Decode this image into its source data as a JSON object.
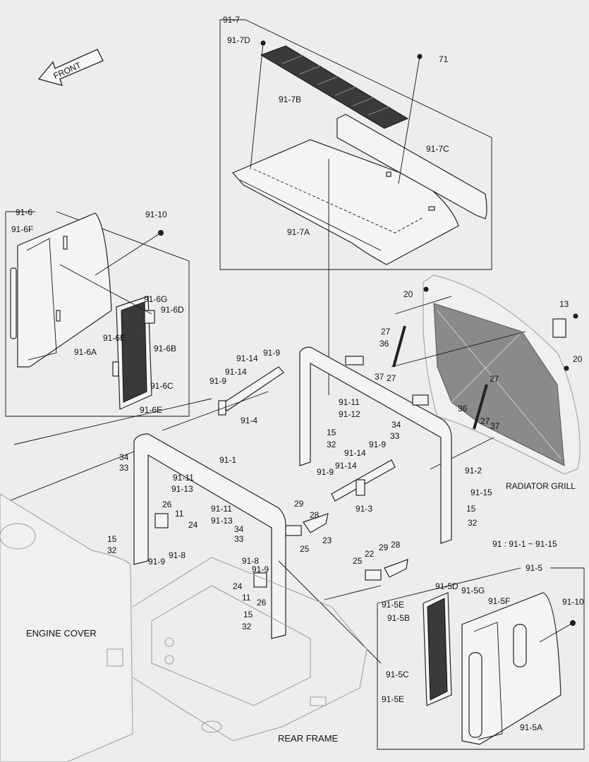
{
  "diagram": {
    "group_boxes": {
      "box_91_7": "91-7",
      "box_91_6": "91-6",
      "box_91_5": "91-5"
    },
    "front_arrow": "FRONT",
    "area_labels": {
      "engine_cover": "ENGINE COVER",
      "rear_frame": "REAR FRAME",
      "radiator_grill": "RADIATOR GRILL"
    },
    "range_note": "91 : 91-1 ~ 91-15",
    "callouts": {
      "c_91_7D": "91-7D",
      "c_71": "71",
      "c_91_7B": "91-7B",
      "c_91_7C": "91-7C",
      "c_91_7A": "91-7A",
      "c_91_10a": "91-10",
      "c_91_6F": "91-6F",
      "c_91_6G": "91-6G",
      "c_91_6D": "91-6D",
      "c_91_6E": "91-6E",
      "c_91_6B": "91-6B",
      "c_91_6A": "91-6A",
      "c_91_6C": "91-6C",
      "c_91_6E2": "91-6E",
      "c_20a": "20",
      "c_13": "13",
      "c_20b": "20",
      "c_27a": "27",
      "c_36a": "36",
      "c_37a": "37",
      "c_27b": "27",
      "c_27c": "27",
      "c_36b": "36",
      "c_27d": "27",
      "c_37b": "37",
      "c_91_14a": "91-14",
      "c_91_9a": "91-9",
      "c_91_14b": "91-14",
      "c_91_9b": "91-9",
      "c_91_4": "91-4",
      "c_91_11a": "91-11",
      "c_91_12": "91-12",
      "c_15a": "15",
      "c_32a": "32",
      "c_34a": "34",
      "c_33a": "33",
      "c_91_1": "91-1",
      "c_34b": "34",
      "c_33b": "33",
      "c_91_11b": "91-11",
      "c_91_13a": "91-13",
      "c_91_9c": "91-9",
      "c_91_14c": "91-14",
      "c_91_9d": "91-9",
      "c_91_14d": "91-14",
      "c_91_2": "91-2",
      "c_91_15": "91-15",
      "c_15b": "15",
      "c_32b": "32",
      "c_28a": "28",
      "c_29a": "29",
      "c_91_3": "91-3",
      "c_91_11c": "91-11",
      "c_91_13b": "91-13",
      "c_34c": "34",
      "c_33c": "33",
      "c_26a": "26",
      "c_11a": "11",
      "c_24a": "24",
      "c_15c": "15",
      "c_32c": "32",
      "c_91_9e": "91-9",
      "c_91_8a": "91-8",
      "c_25a": "25",
      "c_23": "23",
      "c_22": "22",
      "c_29b": "29",
      "c_28b": "28",
      "c_25b": "25",
      "c_91_8b": "91-8",
      "c_91_9f": "91-9",
      "c_24b": "24",
      "c_11b": "11",
      "c_26b": "26",
      "c_15d": "15",
      "c_32d": "32",
      "c_91_5D": "91-5D",
      "c_91_5G": "91-5G",
      "c_91_5E": "91-5E",
      "c_91_5F": "91-5F",
      "c_91_10b": "91-10",
      "c_91_5B": "91-5B",
      "c_91_5C": "91-5C",
      "c_91_5E2": "91-5E",
      "c_91_5A": "91-5A"
    }
  }
}
